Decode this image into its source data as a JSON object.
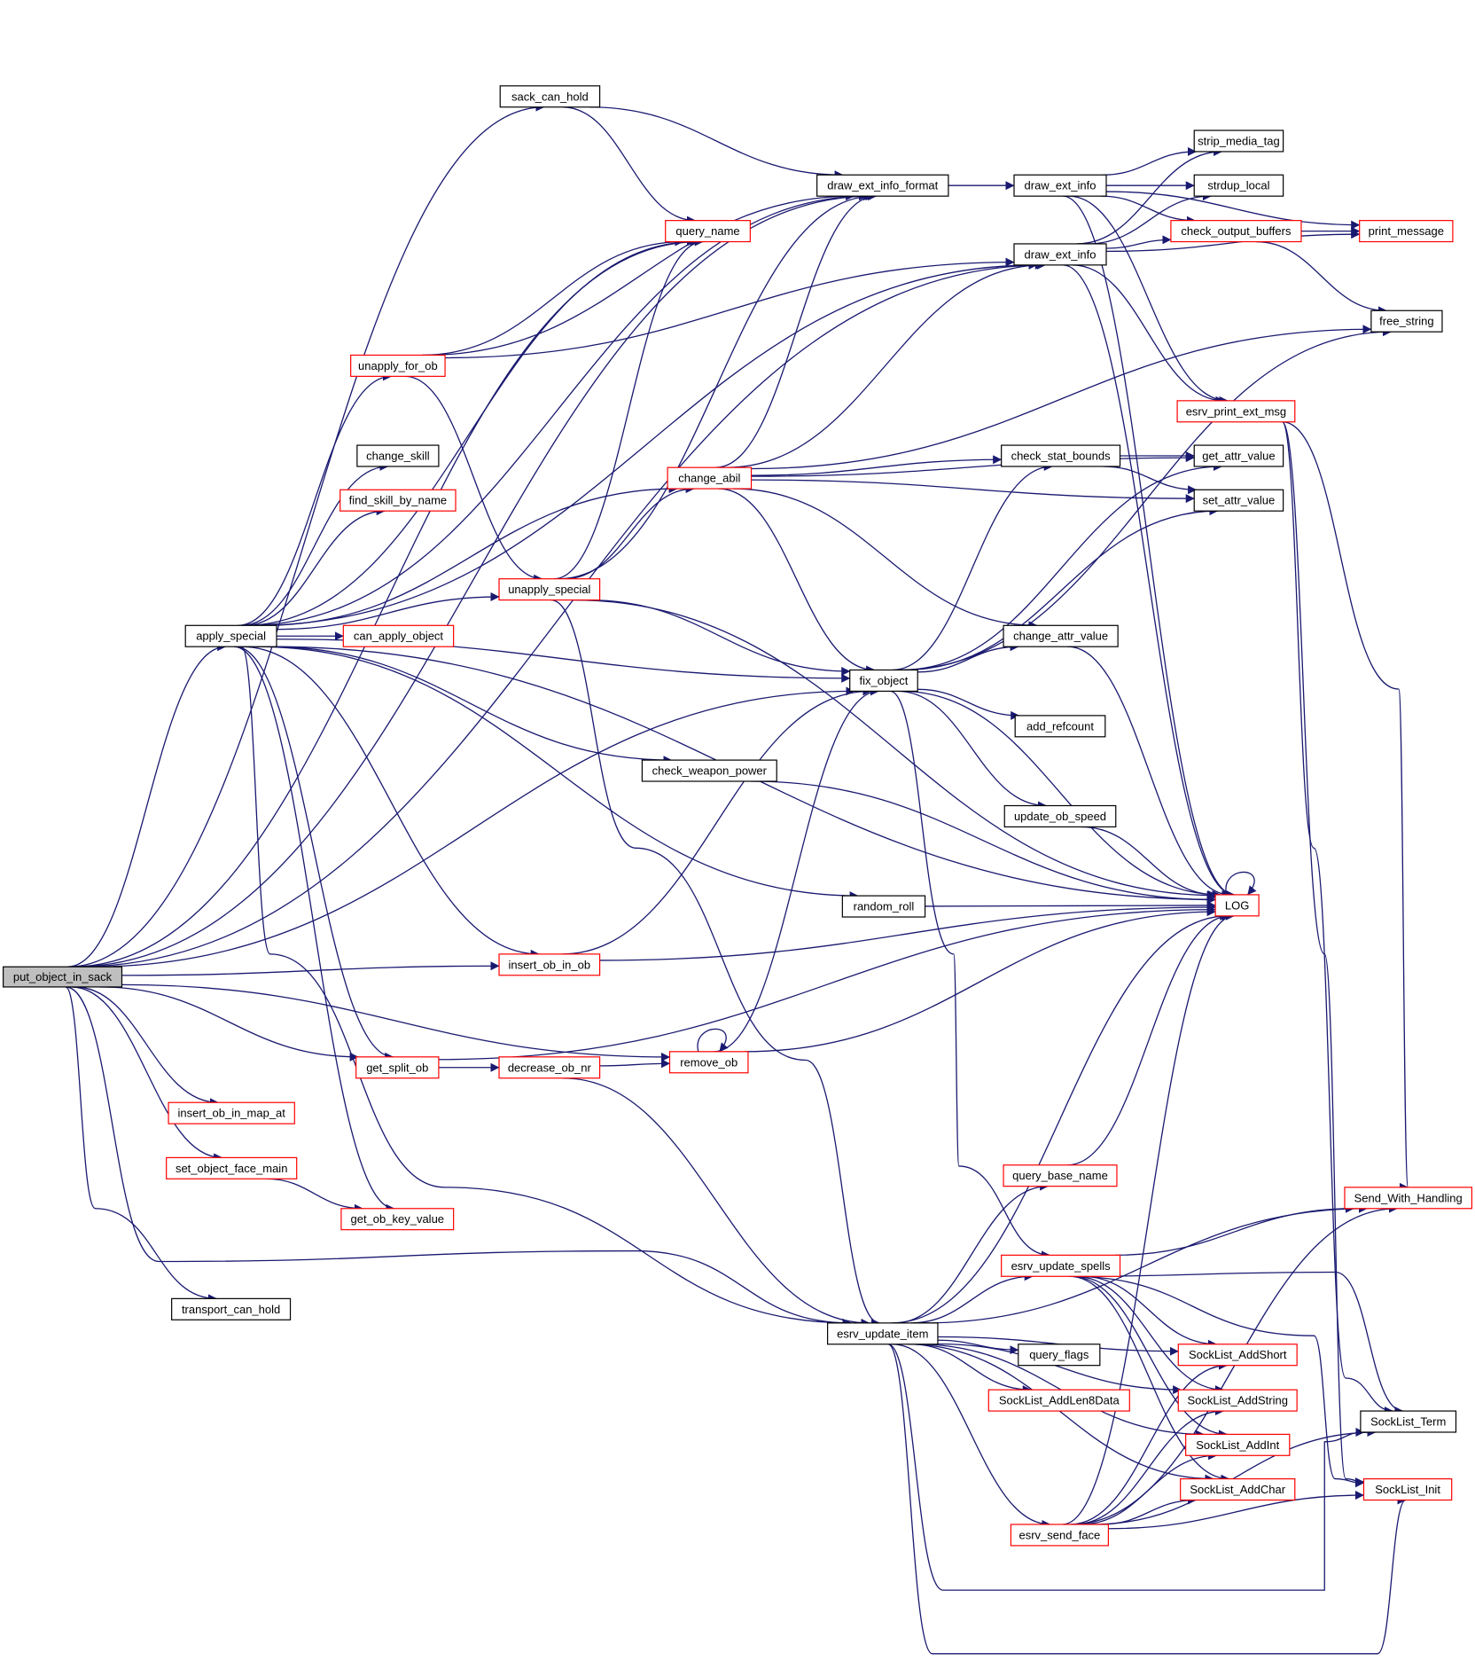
{
  "diagram": {
    "title": "put_object_in_sack call graph",
    "colors": {
      "edge": "#191970",
      "root_fill": "#bfbfbf",
      "plain_border": "#000000",
      "linked_border": "#ff0000",
      "node_fill": "#ffffff"
    },
    "nodes": [
      {
        "id": "put_object_in_sack",
        "label": "put_object_in_sack",
        "kind": "root"
      },
      {
        "id": "sack_can_hold",
        "label": "sack_can_hold",
        "kind": "plain"
      },
      {
        "id": "apply_special",
        "label": "apply_special",
        "kind": "plain"
      },
      {
        "id": "insert_ob_in_ob",
        "label": "insert_ob_in_ob",
        "kind": "linked"
      },
      {
        "id": "get_split_ob",
        "label": "get_split_ob",
        "kind": "linked"
      },
      {
        "id": "insert_ob_in_map_at",
        "label": "insert_ob_in_map_at",
        "kind": "linked"
      },
      {
        "id": "set_object_face_main",
        "label": "set_object_face_main",
        "kind": "linked"
      },
      {
        "id": "transport_can_hold",
        "label": "transport_can_hold",
        "kind": "plain"
      },
      {
        "id": "unapply_for_ob",
        "label": "unapply_for_ob",
        "kind": "linked"
      },
      {
        "id": "change_skill",
        "label": "change_skill",
        "kind": "plain"
      },
      {
        "id": "find_skill_by_name",
        "label": "find_skill_by_name",
        "kind": "linked"
      },
      {
        "id": "can_apply_object",
        "label": "can_apply_object",
        "kind": "linked"
      },
      {
        "id": "unapply_special",
        "label": "unapply_special",
        "kind": "linked"
      },
      {
        "id": "get_ob_key_value",
        "label": "get_ob_key_value",
        "kind": "linked"
      },
      {
        "id": "decrease_ob_nr",
        "label": "decrease_ob_nr",
        "kind": "linked"
      },
      {
        "id": "draw_ext_info_format",
        "label": "draw_ext_info_format",
        "kind": "plain"
      },
      {
        "id": "query_name",
        "label": "query_name",
        "kind": "linked"
      },
      {
        "id": "change_abil",
        "label": "change_abil",
        "kind": "linked"
      },
      {
        "id": "check_weapon_power",
        "label": "check_weapon_power",
        "kind": "plain"
      },
      {
        "id": "remove_ob",
        "label": "remove_ob",
        "kind": "linked"
      },
      {
        "id": "fix_object",
        "label": "fix_object",
        "kind": "plain"
      },
      {
        "id": "random_roll",
        "label": "random_roll",
        "kind": "plain"
      },
      {
        "id": "esrv_update_item",
        "label": "esrv_update_item",
        "kind": "plain"
      },
      {
        "id": "draw_ext_info_1",
        "label": "draw_ext_info",
        "kind": "plain"
      },
      {
        "id": "draw_ext_info_2",
        "label": "draw_ext_info",
        "kind": "plain"
      },
      {
        "id": "check_stat_bounds",
        "label": "check_stat_bounds",
        "kind": "plain"
      },
      {
        "id": "change_attr_value",
        "label": "change_attr_value",
        "kind": "plain"
      },
      {
        "id": "add_refcount",
        "label": "add_refcount",
        "kind": "plain"
      },
      {
        "id": "update_ob_speed",
        "label": "update_ob_speed",
        "kind": "plain"
      },
      {
        "id": "query_base_name",
        "label": "query_base_name",
        "kind": "linked"
      },
      {
        "id": "esrv_update_spells",
        "label": "esrv_update_spells",
        "kind": "linked"
      },
      {
        "id": "query_flags",
        "label": "query_flags",
        "kind": "plain"
      },
      {
        "id": "SockList_AddLen8Data",
        "label": "SockList_AddLen8Data",
        "kind": "linked"
      },
      {
        "id": "esrv_send_face",
        "label": "esrv_send_face",
        "kind": "linked"
      },
      {
        "id": "strip_media_tag",
        "label": "strip_media_tag",
        "kind": "plain"
      },
      {
        "id": "strdup_local",
        "label": "strdup_local",
        "kind": "plain"
      },
      {
        "id": "check_output_buffers",
        "label": "check_output_buffers",
        "kind": "linked"
      },
      {
        "id": "esrv_print_ext_msg",
        "label": "esrv_print_ext_msg",
        "kind": "linked"
      },
      {
        "id": "get_attr_value",
        "label": "get_attr_value",
        "kind": "plain"
      },
      {
        "id": "set_attr_value",
        "label": "set_attr_value",
        "kind": "plain"
      },
      {
        "id": "LOG",
        "label": "LOG",
        "kind": "linked"
      },
      {
        "id": "SockList_AddShort",
        "label": "SockList_AddShort",
        "kind": "linked"
      },
      {
        "id": "SockList_AddString",
        "label": "SockList_AddString",
        "kind": "linked"
      },
      {
        "id": "SockList_AddInt",
        "label": "SockList_AddInt",
        "kind": "linked"
      },
      {
        "id": "SockList_AddChar",
        "label": "SockList_AddChar",
        "kind": "linked"
      },
      {
        "id": "print_message",
        "label": "print_message",
        "kind": "linked"
      },
      {
        "id": "free_string",
        "label": "free_string",
        "kind": "plain"
      },
      {
        "id": "Send_With_Handling",
        "label": "Send_With_Handling",
        "kind": "linked"
      },
      {
        "id": "SockList_Term",
        "label": "SockList_Term",
        "kind": "plain"
      },
      {
        "id": "SockList_Init",
        "label": "SockList_Init",
        "kind": "linked"
      }
    ],
    "edges": [
      [
        "put_object_in_sack",
        "sack_can_hold"
      ],
      [
        "put_object_in_sack",
        "draw_ext_info_format"
      ],
      [
        "put_object_in_sack",
        "draw_ext_info_2"
      ],
      [
        "put_object_in_sack",
        "apply_special"
      ],
      [
        "put_object_in_sack",
        "fix_object"
      ],
      [
        "put_object_in_sack",
        "insert_ob_in_ob"
      ],
      [
        "put_object_in_sack",
        "remove_ob"
      ],
      [
        "put_object_in_sack",
        "get_split_ob"
      ],
      [
        "put_object_in_sack",
        "insert_ob_in_map_at"
      ],
      [
        "put_object_in_sack",
        "set_object_face_main"
      ],
      [
        "put_object_in_sack",
        "esrv_update_item"
      ],
      [
        "put_object_in_sack",
        "transport_can_hold"
      ],
      [
        "put_object_in_sack",
        "query_name"
      ],
      [
        "sack_can_hold",
        "draw_ext_info_format"
      ],
      [
        "sack_can_hold",
        "query_name"
      ],
      [
        "apply_special",
        "query_name"
      ],
      [
        "apply_special",
        "draw_ext_info_format"
      ],
      [
        "apply_special",
        "draw_ext_info_2"
      ],
      [
        "apply_special",
        "unapply_for_ob"
      ],
      [
        "apply_special",
        "change_skill"
      ],
      [
        "apply_special",
        "find_skill_by_name"
      ],
      [
        "apply_special",
        "change_abil"
      ],
      [
        "apply_special",
        "unapply_special"
      ],
      [
        "apply_special",
        "can_apply_object"
      ],
      [
        "apply_special",
        "fix_object"
      ],
      [
        "apply_special",
        "check_weapon_power"
      ],
      [
        "apply_special",
        "random_roll"
      ],
      [
        "apply_special",
        "LOG"
      ],
      [
        "apply_special",
        "insert_ob_in_ob"
      ],
      [
        "apply_special",
        "get_split_ob"
      ],
      [
        "apply_special",
        "get_ob_key_value"
      ],
      [
        "apply_special",
        "esrv_update_item"
      ],
      [
        "unapply_for_ob",
        "query_name"
      ],
      [
        "unapply_for_ob",
        "draw_ext_info_format"
      ],
      [
        "unapply_for_ob",
        "draw_ext_info_2"
      ],
      [
        "unapply_for_ob",
        "unapply_special"
      ],
      [
        "unapply_special",
        "query_name"
      ],
      [
        "unapply_special",
        "draw_ext_info_format"
      ],
      [
        "unapply_special",
        "change_abil"
      ],
      [
        "unapply_special",
        "LOG"
      ],
      [
        "unapply_special",
        "fix_object"
      ],
      [
        "unapply_special",
        "esrv_update_item"
      ],
      [
        "change_abil",
        "draw_ext_info_format"
      ],
      [
        "change_abil",
        "draw_ext_info_2"
      ],
      [
        "change_abil",
        "free_string"
      ],
      [
        "change_abil",
        "get_attr_value"
      ],
      [
        "change_abil",
        "check_stat_bounds"
      ],
      [
        "change_abil",
        "set_attr_value"
      ],
      [
        "change_abil",
        "change_attr_value"
      ],
      [
        "change_abil",
        "fix_object"
      ],
      [
        "check_weapon_power",
        "LOG"
      ],
      [
        "random_roll",
        "LOG"
      ],
      [
        "insert_ob_in_ob",
        "fix_object"
      ],
      [
        "insert_ob_in_ob",
        "LOG"
      ],
      [
        "get_split_ob",
        "decrease_ob_nr"
      ],
      [
        "get_split_ob",
        "LOG"
      ],
      [
        "decrease_ob_nr",
        "remove_ob"
      ],
      [
        "decrease_ob_nr",
        "esrv_update_item"
      ],
      [
        "remove_ob",
        "remove_ob"
      ],
      [
        "remove_ob",
        "fix_object"
      ],
      [
        "remove_ob",
        "LOG"
      ],
      [
        "set_object_face_main",
        "get_ob_key_value"
      ],
      [
        "draw_ext_info_format",
        "draw_ext_info_1"
      ],
      [
        "draw_ext_info_1",
        "strip_media_tag"
      ],
      [
        "draw_ext_info_1",
        "strdup_local"
      ],
      [
        "draw_ext_info_1",
        "check_output_buffers"
      ],
      [
        "draw_ext_info_1",
        "print_message"
      ],
      [
        "draw_ext_info_1",
        "esrv_print_ext_msg"
      ],
      [
        "draw_ext_info_1",
        "LOG"
      ],
      [
        "draw_ext_info_2",
        "strip_media_tag"
      ],
      [
        "draw_ext_info_2",
        "strdup_local"
      ],
      [
        "draw_ext_info_2",
        "check_output_buffers"
      ],
      [
        "draw_ext_info_2",
        "print_message"
      ],
      [
        "draw_ext_info_2",
        "esrv_print_ext_msg"
      ],
      [
        "draw_ext_info_2",
        "LOG"
      ],
      [
        "check_output_buffers",
        "print_message"
      ],
      [
        "check_output_buffers",
        "free_string"
      ],
      [
        "esrv_print_ext_msg",
        "Send_With_Handling"
      ],
      [
        "esrv_print_ext_msg",
        "SockList_Term"
      ],
      [
        "esrv_print_ext_msg",
        "SockList_Init"
      ],
      [
        "fix_object",
        "free_string"
      ],
      [
        "fix_object",
        "check_stat_bounds"
      ],
      [
        "fix_object",
        "get_attr_value"
      ],
      [
        "fix_object",
        "set_attr_value"
      ],
      [
        "fix_object",
        "change_attr_value"
      ],
      [
        "fix_object",
        "add_refcount"
      ],
      [
        "fix_object",
        "update_ob_speed"
      ],
      [
        "fix_object",
        "LOG"
      ],
      [
        "fix_object",
        "esrv_update_spells"
      ],
      [
        "check_stat_bounds",
        "get_attr_value"
      ],
      [
        "check_stat_bounds",
        "set_attr_value"
      ],
      [
        "change_attr_value",
        "LOG"
      ],
      [
        "update_ob_speed",
        "LOG"
      ],
      [
        "LOG",
        "LOG"
      ],
      [
        "esrv_update_item",
        "query_base_name"
      ],
      [
        "esrv_update_item",
        "esrv_update_spells"
      ],
      [
        "esrv_update_item",
        "query_flags"
      ],
      [
        "esrv_update_item",
        "SockList_AddLen8Data"
      ],
      [
        "esrv_update_item",
        "esrv_send_face"
      ],
      [
        "esrv_update_item",
        "SockList_AddShort"
      ],
      [
        "esrv_update_item",
        "SockList_AddString"
      ],
      [
        "esrv_update_item",
        "SockList_AddInt"
      ],
      [
        "esrv_update_item",
        "SockList_AddChar"
      ],
      [
        "esrv_update_item",
        "Send_With_Handling"
      ],
      [
        "esrv_update_item",
        "SockList_Term"
      ],
      [
        "esrv_update_item",
        "SockList_Init"
      ],
      [
        "esrv_update_item",
        "LOG"
      ],
      [
        "query_base_name",
        "LOG"
      ],
      [
        "esrv_update_spells",
        "Send_With_Handling"
      ],
      [
        "esrv_update_spells",
        "SockList_AddShort"
      ],
      [
        "esrv_update_spells",
        "SockList_AddString"
      ],
      [
        "esrv_update_spells",
        "SockList_AddInt"
      ],
      [
        "esrv_update_spells",
        "SockList_AddChar"
      ],
      [
        "esrv_update_spells",
        "SockList_Term"
      ],
      [
        "esrv_update_spells",
        "SockList_Init"
      ],
      [
        "esrv_send_face",
        "LOG"
      ],
      [
        "esrv_send_face",
        "SockList_AddShort"
      ],
      [
        "esrv_send_face",
        "SockList_AddString"
      ],
      [
        "esrv_send_face",
        "SockList_AddInt"
      ],
      [
        "esrv_send_face",
        "SockList_AddChar"
      ],
      [
        "esrv_send_face",
        "Send_With_Handling"
      ],
      [
        "esrv_send_face",
        "SockList_Term"
      ],
      [
        "esrv_send_face",
        "SockList_Init"
      ]
    ]
  }
}
